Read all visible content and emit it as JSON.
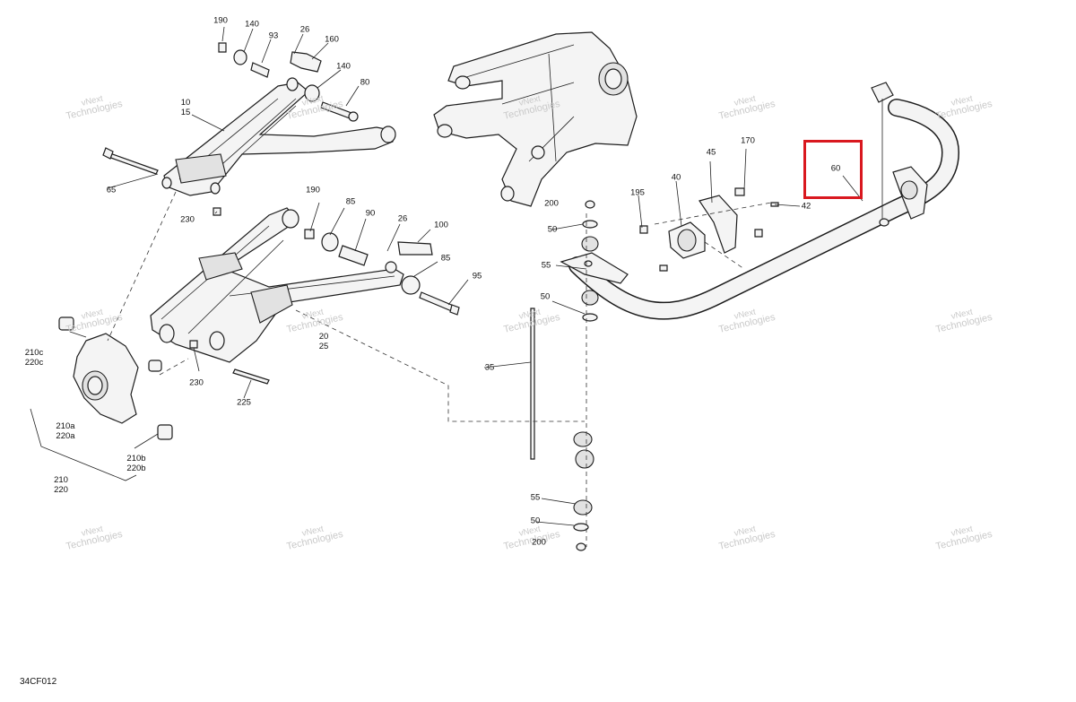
{
  "diagram_code": "34CF012",
  "highlight_color": "#d9181f",
  "watermark": {
    "line1": "vNext",
    "line2": "Technologies"
  },
  "callouts": [
    {
      "id": "190a",
      "text": "190"
    },
    {
      "id": "140a",
      "text": "140"
    },
    {
      "id": "93",
      "text": "93"
    },
    {
      "id": "26a",
      "text": "26"
    },
    {
      "id": "160",
      "text": "160"
    },
    {
      "id": "140b",
      "text": "140"
    },
    {
      "id": "80",
      "text": "80"
    },
    {
      "id": "10-15",
      "text": "10\n15"
    },
    {
      "id": "65",
      "text": "65"
    },
    {
      "id": "230a",
      "text": "230"
    },
    {
      "id": "190b",
      "text": "190"
    },
    {
      "id": "85a",
      "text": "85"
    },
    {
      "id": "90",
      "text": "90"
    },
    {
      "id": "26b",
      "text": "26"
    },
    {
      "id": "100",
      "text": "100"
    },
    {
      "id": "85b",
      "text": "85"
    },
    {
      "id": "95",
      "text": "95"
    },
    {
      "id": "20-25",
      "text": "20\n25"
    },
    {
      "id": "230b",
      "text": "230"
    },
    {
      "id": "225",
      "text": "225"
    },
    {
      "id": "210c-220c",
      "text": "210c\n220c"
    },
    {
      "id": "210a-220a",
      "text": "210a\n220a"
    },
    {
      "id": "210b-220b",
      "text": "210b\n220b"
    },
    {
      "id": "210-220",
      "text": "210\n220"
    },
    {
      "id": "170",
      "text": "170"
    },
    {
      "id": "45",
      "text": "45"
    },
    {
      "id": "40",
      "text": "40"
    },
    {
      "id": "60",
      "text": "60"
    },
    {
      "id": "195",
      "text": "195"
    },
    {
      "id": "42",
      "text": "42"
    },
    {
      "id": "200a",
      "text": "200"
    },
    {
      "id": "50a",
      "text": "50"
    },
    {
      "id": "55a",
      "text": "55"
    },
    {
      "id": "50b",
      "text": "50"
    },
    {
      "id": "35",
      "text": "35"
    },
    {
      "id": "55b",
      "text": "55"
    },
    {
      "id": "50c",
      "text": "50"
    },
    {
      "id": "200b",
      "text": "200"
    }
  ]
}
